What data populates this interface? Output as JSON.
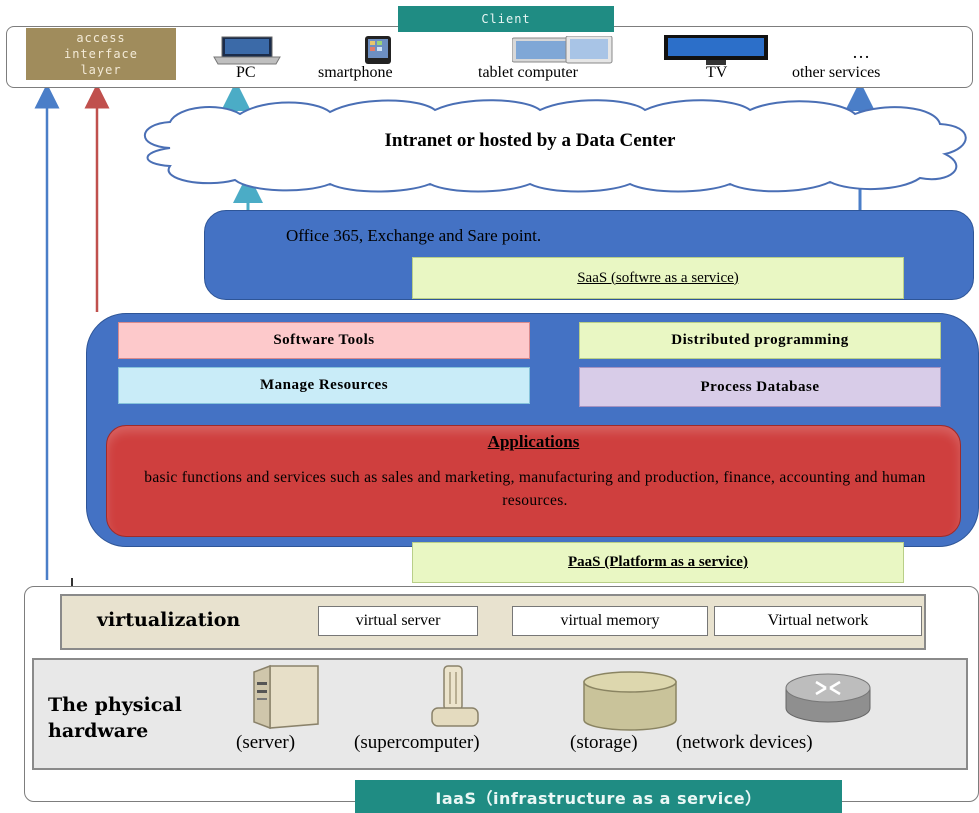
{
  "client": {
    "title": "Client",
    "access_layer": [
      "access",
      "interface",
      "layer"
    ],
    "devices": [
      {
        "icon": "laptop-icon",
        "label": "PC"
      },
      {
        "icon": "smartphone-icon",
        "label": "smartphone"
      },
      {
        "icon": "tablet-icon",
        "label": "tablet computer"
      },
      {
        "icon": "tv-icon",
        "label": "TV"
      },
      {
        "icon": "ellipsis-icon",
        "label": "other services"
      }
    ],
    "more_symbol": "…"
  },
  "cloud": {
    "label": "Intranet or hosted by a Data Center"
  },
  "saas": {
    "description": "Office 365, Exchange and Sare point.",
    "label": "SaaS (softwre as a service)"
  },
  "paas": {
    "software_tools": "Software Tools",
    "distributed_programming": "Distributed programming",
    "manage_resources": "Manage Resources",
    "process_database": "Process Database",
    "applications_title": "Applications",
    "applications_description": "basic functions and services such as sales and marketing, manufacturing and production, finance, accounting and human resources.",
    "label": "PaaS (Platform as a service)"
  },
  "iaas": {
    "virtualization_label": "virtualization",
    "virtual_items": [
      "virtual server",
      "virtual memory",
      "Virtual network"
    ],
    "hardware_label": [
      "The physical",
      "hardware"
    ],
    "hardware_items": [
      {
        "icon": "server-icon",
        "label": "(server)"
      },
      {
        "icon": "supercomputer-icon",
        "label": "(supercomputer)"
      },
      {
        "icon": "storage-icon",
        "label": "(storage)"
      },
      {
        "icon": "router-icon",
        "label": "(network devices)"
      }
    ],
    "label": "IaaS（infrastructure as a service）"
  },
  "colors": {
    "panel_blue": "#4472c4",
    "teal_tab": "#1f8c83",
    "arrow_blue": "#4a7ec8",
    "arrow_red": "#c0504d",
    "arrow_cyan": "#4bacc6",
    "label_green": "#e9f7c3",
    "applications_red": "#cf3f3e"
  }
}
